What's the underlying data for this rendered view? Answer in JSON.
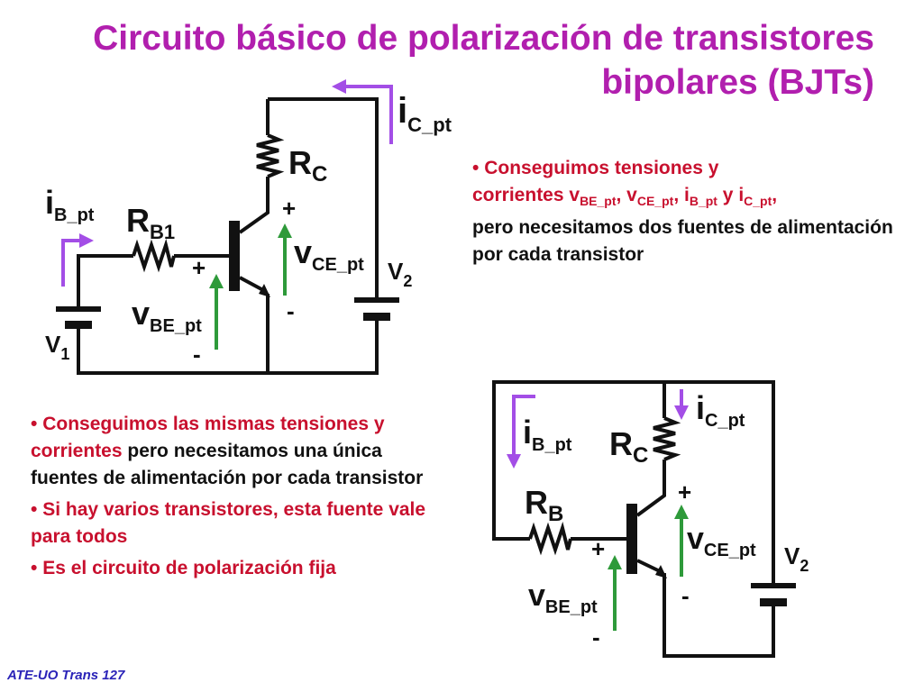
{
  "title": {
    "line1": "Circuito básico de polarización de transistores",
    "line2": "bipolares (BJTs)"
  },
  "circuit_top": {
    "rc": {
      "main": "R",
      "sub": "C"
    },
    "rb": {
      "main": "R",
      "sub": "B1"
    },
    "ic": {
      "main": "i",
      "sub": "C_pt"
    },
    "ib": {
      "main": "i",
      "sub": "B_pt"
    },
    "vce": {
      "main": "v",
      "sub": "CE_pt"
    },
    "vbe": {
      "main": "v",
      "sub": "BE_pt"
    },
    "v1": {
      "main": "V",
      "sub": "1"
    },
    "v2": {
      "main": "V",
      "sub": "2"
    },
    "plus": "+",
    "minus": "-"
  },
  "circuit_bottom": {
    "rc": {
      "main": "R",
      "sub": "C"
    },
    "rb": {
      "main": "R",
      "sub": "B"
    },
    "ic": {
      "main": "i",
      "sub": "C_pt"
    },
    "ib": {
      "main": "i",
      "sub": "B_pt"
    },
    "vce": {
      "main": "v",
      "sub": "CE_pt"
    },
    "vbe": {
      "main": "v",
      "sub": "BE_pt"
    },
    "v2": {
      "main": "V",
      "sub": "2"
    },
    "plus": "+",
    "minus": "-"
  },
  "bullets_right": {
    "bullet": "•",
    "line1": "Conseguimos tensiones y",
    "line2_a": "corrientes v",
    "line2_b": "BE_pt",
    "line2_c": ", v",
    "line2_d": "CE_pt",
    "line2_e": ",  i",
    "line2_f": "B_pt",
    "line2_g": " y  i",
    "line2_h": "C_pt",
    "line2_i": ",",
    "line3": "pero necesitamos dos fuentes de alimentación por cada transistor"
  },
  "bullets_left": {
    "bullet": "•",
    "item1_red": "Conseguimos las mismas tensiones y corrientes",
    "item1_black": " pero necesitamos una única fuentes de alimentación por cada transistor",
    "item2": "Si hay varios transistores, esta fuente vale para todos",
    "item3": "Es el circuito de polarización fija"
  },
  "footer": "ATE-UO Trans 127",
  "colors": {
    "title": "#b11fae",
    "text_red": "#c8102e",
    "current_arrow": "#a34ee6",
    "voltage_arrow": "#2e9a3a",
    "footer": "#2b24b8"
  }
}
